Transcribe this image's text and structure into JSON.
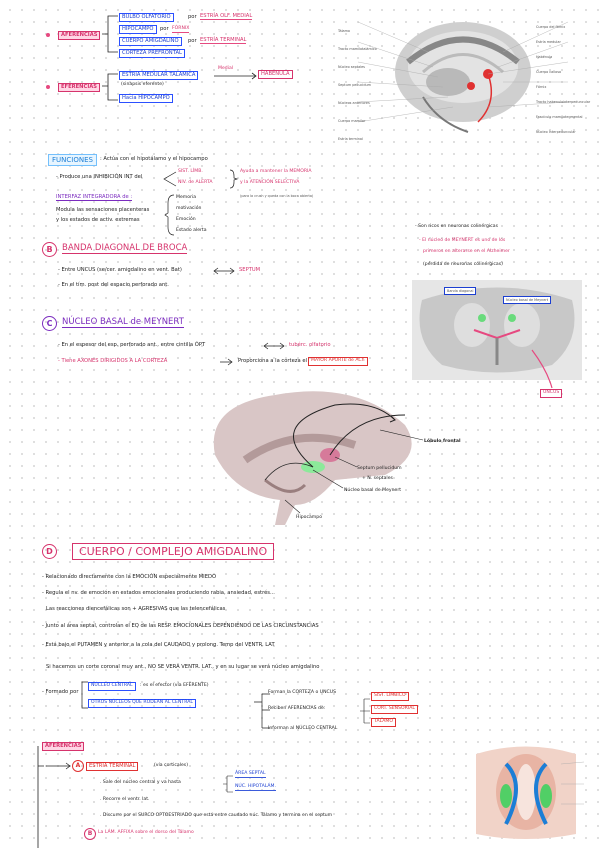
{
  "aferencias_top": {
    "title": "AFERENCIAS",
    "items": [
      {
        "a": "BULBO OLFATORIO",
        "b": "por",
        "c": "ESTRÍA OLF. MEDIAL"
      },
      {
        "a": "HIPOCAMPO",
        "b": "por",
        "c": "FÓRNIX"
      },
      {
        "a": "CUERPO AMIGDALINO",
        "b": "por",
        "c": "ESTRÍA TERMINAL"
      },
      {
        "a": "CORTEZA PREFRONTAL",
        "b": "",
        "c": ""
      }
    ]
  },
  "eferencias_top": {
    "title": "EFERENCIAS",
    "item1": "ESTRÍA MEDULAR TALÁMICA",
    "item1_sub": "(sinapsis eferente)",
    "item1_dest": "HABÉNULA",
    "item1_note": "Medial",
    "item2": "Hacia HIPOCAMPO"
  },
  "brain_labels_top": {
    "left": [
      "Tálamo",
      "Tracto mamilotalámico",
      "Núcleo septales",
      "Septum pellucidum",
      "Núcleos anteriores",
      "Cuerpo mamilar",
      "Estría terminal"
    ],
    "right": [
      "Cuerpo del fórnix",
      "Estría medular",
      "Habénula",
      "Cuerpo calloso",
      "Fórnix",
      "Tracto habenulointerpeduncular",
      "Fascículo mamilotegmental",
      "Núcleo interpeduncular"
    ]
  },
  "funciones": {
    "title": "FUNCIONES",
    "lead": ": Actúa con el hipotálamo y el hipocampo",
    "line1": "- Produce una INHIBICIÓN INT del",
    "branch_a": "SIST. LÍMB.",
    "branch_b": "NIV. de ALERTA",
    "result1": "Ayuda a mantener la MEMORIA",
    "result2": "y la ATENCIÓN SELECTIVA",
    "note": "(para la crush y queda con la boca abierta)",
    "integrador_title": "INTERFAZ INTEGRADORA de :",
    "integrador_items": [
      "Memoria",
      "motivación",
      "Emoción",
      "Estado alerta"
    ],
    "modula": "Modula las sensaciones placenteras",
    "modula2": "y los estados de activ. extremas"
  },
  "colinergicas": {
    "line1": "- Son ricos en neuronas colinérgicas",
    "line2": "- El núcleo de MEYNERT es uno de los",
    "line3": "primeros en alterarse en el Alzheimer",
    "line4": "(pérdida de neuronas colinérgicas)"
  },
  "section_b": {
    "letter": "B",
    "title": "BANDA DIAGONAL DE BROCA",
    "line1_a": "- Entre  UNCUS (se/cer. amigdalino en vent. Bat)",
    "line1_b": "SEPTUM",
    "line2": "- En el tím. post del espacio perforado ant."
  },
  "section_c": {
    "letter": "C",
    "title": "NÚCLEO BASAL de MEYNERT",
    "line1_a": "- En el espesor del esp. perforado ant., entre cintilla ÓPT",
    "line1_b": "tubérc. olfatorio",
    "line2_a": "- Tiene AXONES DIRIGIDOS A LA CORTEZA",
    "line2_b": "Proporciona a la corteza el",
    "line2_c": "MAYOR APORTE de ACh"
  },
  "fig_basal": {
    "label_left": "Banda diagonal",
    "label_right": "Núcleo basal de Meynert",
    "label_bottom": "UNCUS"
  },
  "fig_brain": {
    "label1": "Lóbulo frontal",
    "label2": "Septum pellucidum",
    "label3": "+ N. septales",
    "label4": "Núcleo basal de Meynert",
    "label5": "Hipocampo"
  },
  "section_d": {
    "letter": "D",
    "title": "CUERPO / COMPLEJO AMIGDALINO",
    "lines": [
      "- Relacionado directamente con la EMOCIÓN  especialmente MIEDO",
      "- Regula el nv. de emoción en estados emocionales produciendo rabia, ansiedad, estrés...",
      "  Las reacciones diencefálicas son + AGRESIVAS que las telencefálicas",
      "- Junto al área septal, controlan el EQ de las RESP. EMOCIONALES DEPENDIENDO DE LAS CIRCUNSTANCIAS",
      "- Está bajo el PUTAMEN y anterior a la cola del CAUDADO y prolong. Temp del VENTR. LAT",
      "  Si hacemos un corte coronal muy ant., NO SE VERÁ VENTR. LAT., y en su lugar se verá núcleo amigdalino"
    ],
    "formado_por": "- Formado por",
    "nucleo_central": "NÚCLEO CENTRAL",
    "nucleo_central_note": ": es el efector (vía EFERENTE)",
    "otros": "OTROS NÚCLEOS QUE RODEAN AL CENTRAL",
    "forman": "Forman la CORTEZA o UNCUS",
    "reciben": "Reciben AFERENCIAS de:",
    "reciben_items": [
      "SIST. LÍMBICO",
      "CORT. SENSORIAL",
      "TÁLAMO"
    ],
    "informan": "Informan al NÚCLEO CENTRAL"
  },
  "aferencias_bottom": {
    "title": "AFERENCIAS",
    "a_letter": "A",
    "a_title": "ESTRÍA TERMINAL",
    "a_note": "(vía corticales)",
    "sale": ". Sale del núcleo central y va hasta",
    "sale_dest1": "ÁREA SEPTAL",
    "sale_dest2": "NÚC. HIPOTALÁM.",
    "recorre": ". Recorre el ventr. lat.",
    "discurre": ". Discurre por el SURCO OPTOESTRIADO que está entre caudado  núc. Tálamo y termina en el septum",
    "b_letter": "B",
    "b_text": "La LÁM. AFFIXA sobre el dorso del Tálamo"
  }
}
